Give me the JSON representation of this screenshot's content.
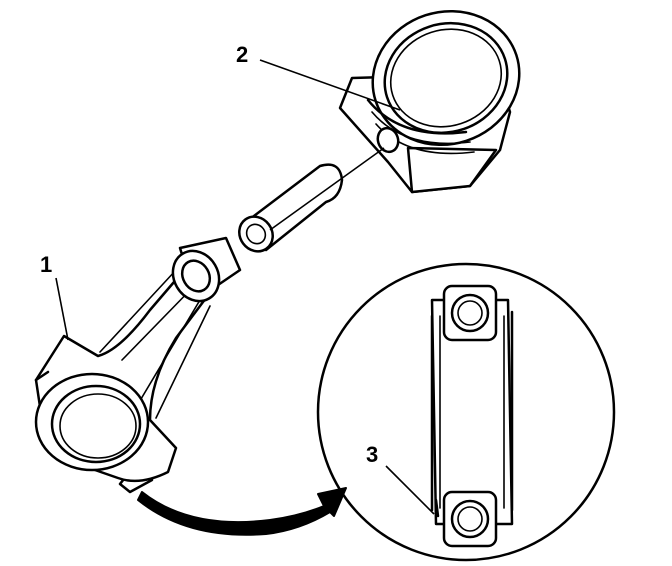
{
  "callouts": {
    "rod": "1",
    "piston": "2",
    "cap_mark": "3"
  },
  "colors": {
    "line": "#000000",
    "background": "#ffffff"
  }
}
